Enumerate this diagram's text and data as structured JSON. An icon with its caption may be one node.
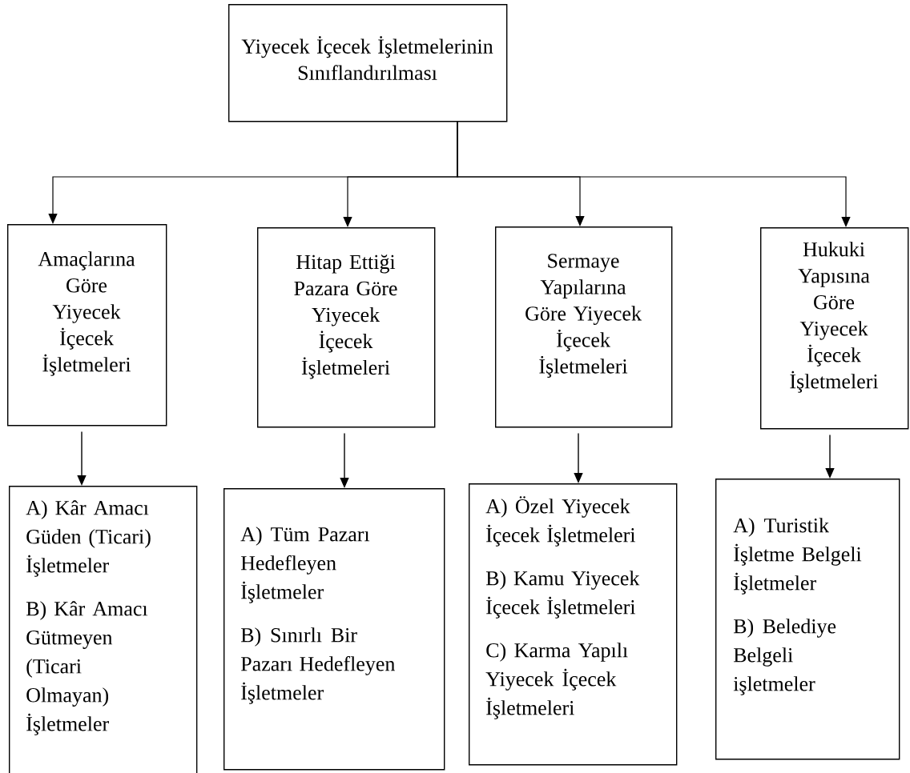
{
  "diagram": {
    "nodes": [
      {
        "text": [
          "Yiyecek İçecek İşletmelerinin Sınıflandırılması"
        ]
      },
      {
        "text": [
          "Amaçlarına Göre Yiyecek İçecek İşletmeleri"
        ]
      },
      {
        "text": [
          "Hitap Ettiği Pazara Göre Yiyecek İçecek İşletmeleri"
        ]
      },
      {
        "text": [
          "Sermaye Yapılarına Göre Yiyecek İçecek İşletmeleri"
        ]
      },
      {
        "text": [
          "Hukuki Yapısına Göre Yiyecek İçecek İşletmeleri"
        ]
      },
      {
        "text": [
          "A) Kâr Amacı Güden (Ticari) İşletmeler",
          "B) Kâr Amacı Gütmeyen (Ticari Olmayan) İşletmeler"
        ]
      },
      {
        "text": [
          "A) Tüm Pazarı Hedefleyen İşletmeler",
          "B) Sınırlı Bir Pazarı Hedefleyen İşletmeler"
        ]
      },
      {
        "text": [
          "A) Özel  Yiyecek İçecek İşletmeleri",
          "B) Kamu Yiyecek İçecek İşletmeleri",
          "C) Karma Yapılı Yiyecek İçecek İşletmeleri"
        ]
      },
      {
        "text": [
          "A) Turistik İşletme Belgeli İşletmeler",
          "B) Belediye Belgeli işletmeler"
        ]
      }
    ],
    "edges": [
      {
        "from": 0,
        "to": 1,
        "arrow": "to"
      },
      {
        "from": 0,
        "to": 2,
        "arrow": "to"
      },
      {
        "from": 0,
        "to": 3,
        "arrow": "to"
      },
      {
        "from": 0,
        "to": 4,
        "arrow": "to"
      },
      {
        "from": 1,
        "to": 5,
        "arrow": "to"
      },
      {
        "from": 2,
        "to": 6,
        "arrow": "to"
      },
      {
        "from": 3,
        "to": 7,
        "arrow": "to"
      },
      {
        "from": 4,
        "to": 8,
        "arrow": "to"
      }
    ]
  }
}
